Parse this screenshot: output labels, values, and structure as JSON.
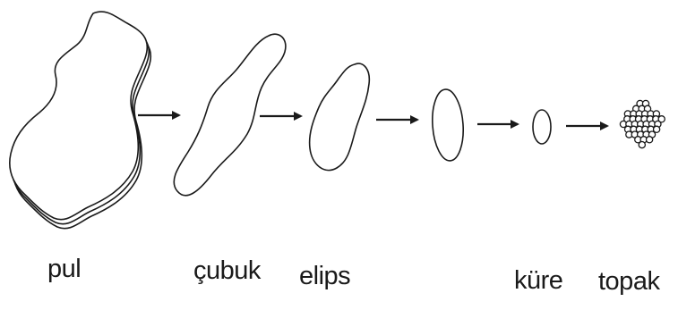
{
  "stages": [
    {
      "key": "pul",
      "label": "pul"
    },
    {
      "key": "cubuk",
      "label": "çubuk"
    },
    {
      "key": "elips",
      "label": "elips"
    },
    {
      "key": "elips-2",
      "label": ""
    },
    {
      "key": "kure",
      "label": "küre"
    },
    {
      "key": "topak",
      "label": "topak"
    }
  ],
  "colors": {
    "stroke": "#1a1a1a",
    "background": "#ffffff",
    "arrow": "#1a1a1a"
  }
}
